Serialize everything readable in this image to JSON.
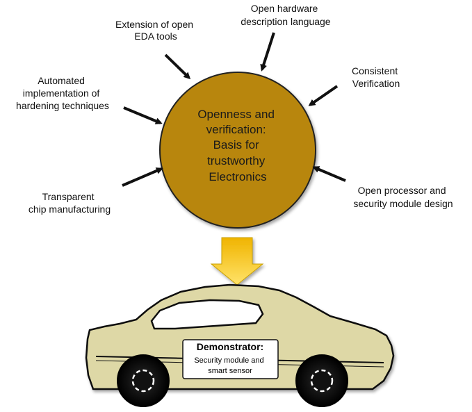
{
  "center": {
    "lines": [
      "Openness and",
      "verification:",
      "Basis for",
      "trustworthy",
      "Electronics"
    ],
    "fill_color": "#b8860b"
  },
  "inputs": [
    {
      "lines": [
        "Extension of open",
        "EDA tools"
      ]
    },
    {
      "lines": [
        "Open hardware",
        "description language"
      ]
    },
    {
      "lines": [
        "Consistent",
        "Verification"
      ]
    },
    {
      "lines": [
        "Automated",
        "implementation of",
        "hardening techniques"
      ]
    },
    {
      "lines": [
        "Transparent",
        "chip manufacturing"
      ]
    },
    {
      "lines": [
        "Open processor and",
        "security module design"
      ]
    }
  ],
  "flow_arrow": {
    "icon": "down-arrow-icon",
    "color": "#f5c518"
  },
  "demonstrator": {
    "title": "Demonstrator:",
    "subtitle_lines": [
      "Security module and",
      "smart sensor"
    ],
    "car_color": "#ded8a6"
  }
}
